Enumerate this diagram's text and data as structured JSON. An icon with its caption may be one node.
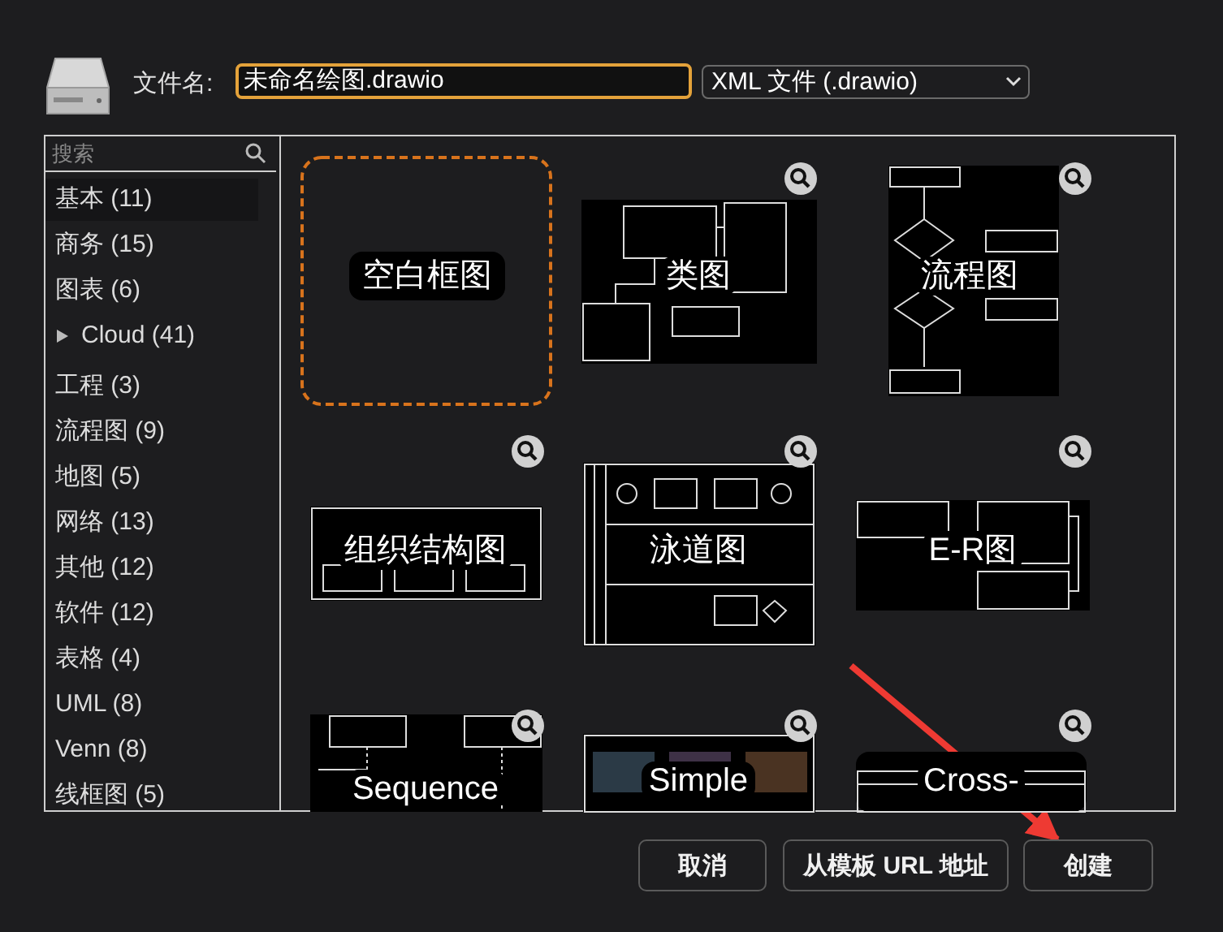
{
  "diagram": {
    "nodes": [
      {
        "text": [
          "未命名绘图.drawio"
        ]
      },
      {
        "text": [
          "XML 文件 (.drawio)"
        ]
      },
      {
        "text": [
          "空白框图"
        ]
      },
      {
        "text": [
          "类图"
        ]
      },
      {
        "text": [
          "流程图"
        ]
      },
      {
        "text": [
          "组织结构图"
        ]
      },
      {
        "text": [
          "泳道图"
        ]
      },
      {
        "text": [
          "E-R图"
        ]
      },
      {
        "text": [
          "Sequence"
        ]
      },
      {
        "text": [
          "Simple"
        ]
      },
      {
        "text": [
          "Cross-"
        ]
      },
      {
        "text": [
          "取消"
        ]
      },
      {
        "text": [
          "从模板 URL 地址"
        ]
      },
      {
        "text": [
          "创建"
        ]
      }
    ],
    "edges": [
      {
        "from": null,
        "to": 13,
        "arrow": "to"
      }
    ],
    "labels": [
      "文件名:",
      "搜索",
      "基本 (11)",
      "商务 (15)",
      "图表 (6)",
      "Cloud (41)",
      "工程 (3)",
      "流程图 (9)",
      "地图 (5)",
      "网络 (13)",
      "其他 (12)",
      "软件 (12)",
      "表格 (4)",
      "UML (8)",
      "Venn (8)",
      "线框图 (5)"
    ]
  }
}
